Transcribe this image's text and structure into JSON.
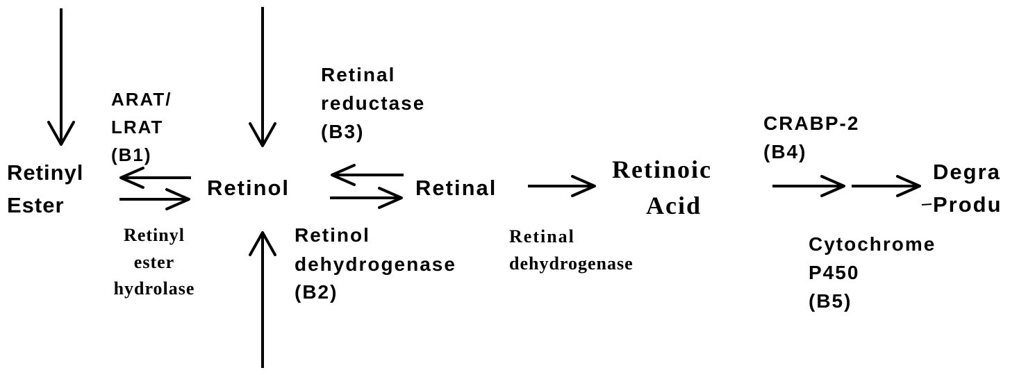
{
  "nodes": {
    "retinyl_ester": [
      "Retinyl",
      "Ester"
    ],
    "retinol": "Retinol",
    "retinal": "Retinal",
    "retinoic_acid": [
      "Retinoic",
      "Acid"
    ],
    "degradation_products": [
      "Degra",
      "Produ"
    ]
  },
  "enzymes": {
    "b1": [
      "ARAT/",
      "LRAT",
      "(B1)"
    ],
    "retinyl_ester_hydrolase": [
      "Retinyl",
      "ester",
      "hydrolase"
    ],
    "b3": [
      "Retinal",
      "reductase",
      "(B3)"
    ],
    "b2": [
      "Retinol",
      "dehydrogenase",
      "(B2)"
    ],
    "retinal_dehydrogenase": [
      "Retinal",
      "dehydrogenase"
    ],
    "b4": [
      "CRABP-2",
      "(B4)"
    ],
    "b5": [
      "Cytochrome",
      "P450",
      "(B5)"
    ]
  }
}
